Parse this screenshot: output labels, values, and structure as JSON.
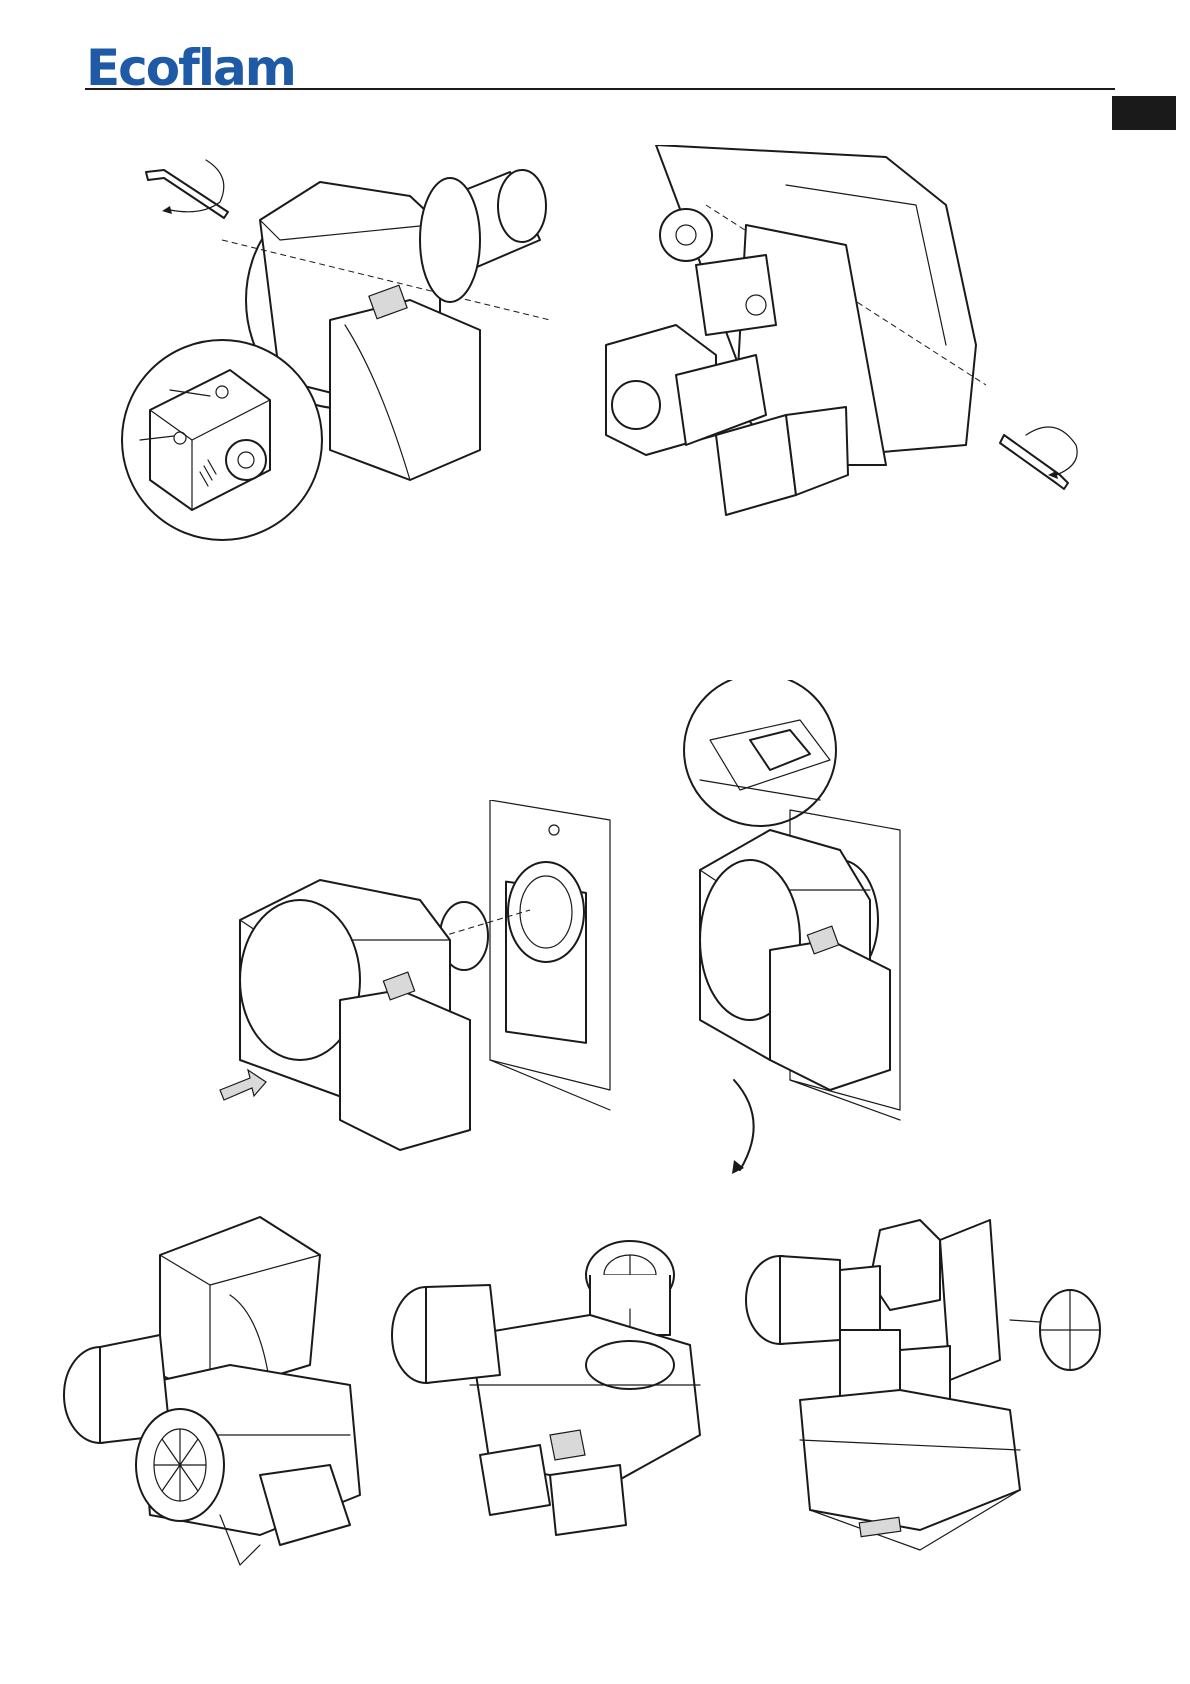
{
  "header": {
    "brand": "Ecoflam",
    "brand_color": "#1f5aa6"
  },
  "figures": [
    {
      "icon": "burner-air-adjust-illustration"
    },
    {
      "icon": "burner-rear-adjust-illustration"
    },
    {
      "icon": "burner-mounting-illustration"
    },
    {
      "icon": "burner-hinged-open-illustration"
    },
    {
      "icon": "burner-view-1-illustration"
    },
    {
      "icon": "burner-view-2-illustration"
    },
    {
      "icon": "burner-view-3-illustration"
    }
  ]
}
